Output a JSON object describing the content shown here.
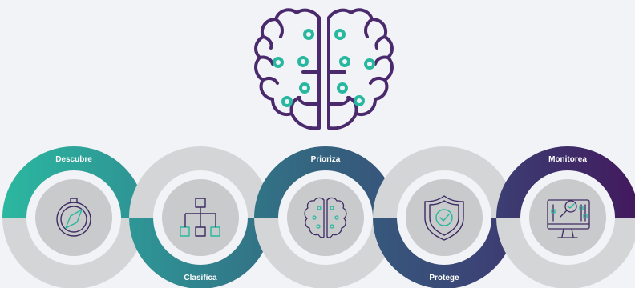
{
  "steps": [
    {
      "label": "Descubre",
      "icon": "compass-icon"
    },
    {
      "label": "Clasifica",
      "icon": "hierarchy-icon"
    },
    {
      "label": "Prioriza",
      "icon": "brain-icon"
    },
    {
      "label": "Protege",
      "icon": "shield-check-icon"
    },
    {
      "label": "Monitorea",
      "icon": "monitor-analytics-icon"
    }
  ],
  "colors": {
    "background": "#f2f3f6",
    "ring_base": "#d3d5d7",
    "center_fill": "#c8cacc",
    "icon_stroke": "#3e2b63",
    "accent_teal": "#28b79f",
    "brain_outline": "#4a2a6d",
    "arc_gradient": [
      "#2bb8a0",
      "#2f8f93",
      "#34637f",
      "#3b4476",
      "#421a5e"
    ]
  },
  "hero_icon": "brain-circuit-icon"
}
